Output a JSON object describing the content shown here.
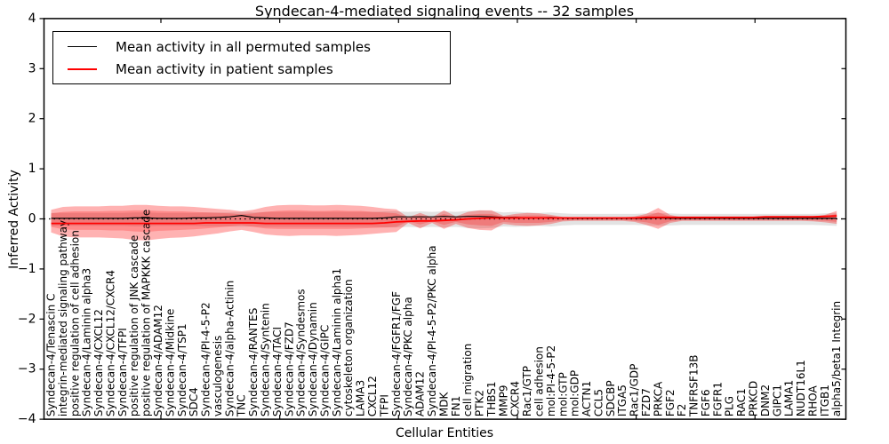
{
  "title": "Syndecan-4-mediated signaling events -- 32 samples",
  "axes": {
    "x_label": "Cellular Entities",
    "y_label": "Inferred Activity",
    "y_ticks": [
      -4,
      -3,
      -2,
      -1,
      0,
      1,
      2,
      3,
      4
    ],
    "ylim": [
      -4,
      4
    ]
  },
  "legend": {
    "items": [
      {
        "label": "Mean activity in all permuted samples",
        "color": "#000000",
        "thickness": 1.5
      },
      {
        "label": "Mean activity in patient samples",
        "color": "#ff0000",
        "thickness": 2
      }
    ]
  },
  "colors": {
    "frame": "#000000",
    "zero_line": "#000000",
    "permuted_line": "#000000",
    "patient_line": "#ff0000",
    "permuted_band": "#999999",
    "patient_band": "#ff0000"
  },
  "chart_data": {
    "type": "line",
    "title": "Syndecan-4-mediated signaling events -- 32 samples",
    "xlabel": "Cellular Entities",
    "ylabel": "Inferred Activity",
    "ylim": [
      -4,
      4
    ],
    "grid": false,
    "legend_position": "upper left",
    "zero_line_style": "dotted",
    "categories": [
      "Syndecan-4/Tenascin C",
      "integrin-mediated signaling pathway",
      "positive regulation of cell adhesion",
      "Syndecan-4/Laminin alpha3",
      "Syndecan-4/CXCL12",
      "Syndecan-4/CXCL12/CXCR4",
      "Syndecan-4/TFPI",
      "positive regulation of JNK cascade",
      "positive regulation of MAPKKK cascade",
      "Syndecan-4/ADAM12",
      "Syndecan-4/Midkine",
      "Syndecan-4/TSP1",
      "SDC4",
      "Syndecan-4/PI-4-5-P2",
      "vasculogenesis",
      "Syndecan-4/alpha-Actinin",
      "TNC",
      "Syndecan-4/RANTES",
      "Syndecan-4/Syntenin",
      "Syndecan-4/TACI",
      "Syndecan-4/FZD7",
      "Syndecan-4/Syndesmos",
      "Syndecan-4/Dynamin",
      "Syndecan-4/GIPC",
      "Syndecan-4/Laminin alpha1",
      "cytoskeleton organization",
      "LAMA3",
      "CXCL12",
      "TFPI",
      "Syndecan-4/FGFR1/FGF",
      "Syndecan-4/PKC alpha",
      "ADAM12",
      "Syndecan-4/PI-4-5-P2/PKC alpha",
      "MDK",
      "FN1",
      "cell migration",
      "PTK2",
      "THBS1",
      "MMP9",
      "CXCR4",
      "Rac1/GTP",
      "cell adhesion",
      "mol:PI-4-5-P2",
      "mol:GTP",
      "mol:GDP",
      "ACTN1",
      "CCL5",
      "SDCBP",
      "ITGA5",
      "Rac1/GDP",
      "FZD7",
      "PRKCA",
      "FGF2",
      "F2",
      "TNFRSF13B",
      "FGF6",
      "FGFR1",
      "PLG",
      "RAC1",
      "PRKCD",
      "DNM2",
      "GIPC1",
      "LAMA1",
      "NUDT16L1",
      "RHOA",
      "ITGB1",
      "alpha5/beta1 Integrin"
    ],
    "series": [
      {
        "name": "Mean activity in all permuted samples",
        "color": "#000000",
        "values": [
          0.01,
          0.01,
          0.01,
          0.01,
          0.01,
          0.01,
          0.01,
          0.02,
          0.02,
          0.01,
          0.01,
          0.01,
          0.02,
          0.02,
          0.03,
          0.04,
          0.07,
          0.03,
          0.02,
          0.01,
          0.01,
          0.01,
          0.01,
          0.01,
          0.01,
          0.01,
          0.01,
          0.01,
          0.02,
          0.04,
          0.04,
          0.04,
          0.04,
          0.05,
          0.04,
          0.05,
          0.05,
          0.04,
          0.03,
          0.03,
          0.02,
          0.02,
          0.03,
          0.02,
          0.01,
          0.01,
          0.01,
          0.01,
          0.01,
          0.01,
          0.01,
          0.02,
          0.01,
          0.01,
          0.01,
          0.01,
          0.01,
          0.01,
          0.01,
          0.01,
          0.01,
          0.01,
          0.01,
          0.01,
          0.01,
          0.01,
          0.01
        ]
      },
      {
        "name": "Mean activity in patient samples",
        "color": "#ff0000",
        "values": [
          -0.09,
          -0.09,
          -0.09,
          -0.09,
          -0.09,
          -0.09,
          -0.09,
          -0.09,
          -0.09,
          -0.09,
          -0.09,
          -0.09,
          -0.09,
          -0.08,
          -0.08,
          -0.08,
          -0.08,
          -0.08,
          -0.09,
          -0.09,
          -0.09,
          -0.09,
          -0.09,
          -0.09,
          -0.09,
          -0.09,
          -0.09,
          -0.09,
          -0.08,
          -0.06,
          -0.05,
          -0.04,
          -0.04,
          -0.03,
          -0.02,
          0.0,
          0.01,
          0.02,
          0.02,
          0.02,
          0.02,
          0.02,
          0.02,
          0.02,
          0.02,
          0.02,
          0.02,
          0.02,
          0.02,
          0.02,
          0.03,
          0.03,
          0.03,
          0.03,
          0.03,
          0.03,
          0.03,
          0.03,
          0.03,
          0.03,
          0.04,
          0.04,
          0.04,
          0.04,
          0.04,
          0.05,
          0.06
        ]
      }
    ],
    "bands": [
      {
        "name": "permuted-range",
        "color": "#999999",
        "opacity": 0.28,
        "upper": [
          0.12,
          0.12,
          0.12,
          0.12,
          0.12,
          0.12,
          0.12,
          0.13,
          0.13,
          0.12,
          0.12,
          0.12,
          0.12,
          0.13,
          0.13,
          0.13,
          0.14,
          0.13,
          0.14,
          0.14,
          0.14,
          0.14,
          0.14,
          0.14,
          0.14,
          0.14,
          0.14,
          0.14,
          0.15,
          0.15,
          0.14,
          0.15,
          0.14,
          0.15,
          0.14,
          0.16,
          0.17,
          0.16,
          0.13,
          0.14,
          0.13,
          0.12,
          0.13,
          0.11,
          0.1,
          0.1,
          0.1,
          0.1,
          0.1,
          0.1,
          0.11,
          0.12,
          0.11,
          0.1,
          0.1,
          0.1,
          0.1,
          0.1,
          0.1,
          0.1,
          0.1,
          0.1,
          0.1,
          0.1,
          0.1,
          0.11,
          0.12
        ],
        "lower": [
          -0.14,
          -0.14,
          -0.14,
          -0.14,
          -0.14,
          -0.14,
          -0.14,
          -0.15,
          -0.15,
          -0.14,
          -0.14,
          -0.14,
          -0.14,
          -0.15,
          -0.15,
          -0.15,
          -0.16,
          -0.15,
          -0.16,
          -0.16,
          -0.16,
          -0.16,
          -0.16,
          -0.16,
          -0.16,
          -0.16,
          -0.16,
          -0.16,
          -0.17,
          -0.17,
          -0.16,
          -0.17,
          -0.16,
          -0.17,
          -0.16,
          -0.18,
          -0.19,
          -0.18,
          -0.15,
          -0.16,
          -0.15,
          -0.14,
          -0.15,
          -0.13,
          -0.12,
          -0.12,
          -0.12,
          -0.12,
          -0.12,
          -0.12,
          -0.13,
          -0.14,
          -0.13,
          -0.12,
          -0.12,
          -0.12,
          -0.12,
          -0.12,
          -0.12,
          -0.12,
          -0.12,
          -0.12,
          -0.12,
          -0.12,
          -0.12,
          -0.13,
          -0.14
        ]
      },
      {
        "name": "patient-range-outer",
        "color": "#ff0000",
        "opacity": 0.3,
        "upper": [
          0.18,
          0.24,
          0.25,
          0.25,
          0.25,
          0.26,
          0.26,
          0.28,
          0.28,
          0.26,
          0.25,
          0.25,
          0.24,
          0.22,
          0.2,
          0.18,
          0.15,
          0.18,
          0.24,
          0.27,
          0.28,
          0.28,
          0.27,
          0.27,
          0.28,
          0.27,
          0.26,
          0.24,
          0.21,
          0.19,
          0.03,
          0.12,
          0.03,
          0.17,
          0.05,
          0.14,
          0.17,
          0.17,
          0.06,
          0.1,
          0.12,
          0.11,
          0.08,
          0.04,
          0.03,
          0.03,
          0.03,
          0.03,
          0.03,
          0.05,
          0.1,
          0.22,
          0.08,
          0.03,
          0.03,
          0.03,
          0.03,
          0.03,
          0.03,
          0.03,
          0.04,
          0.04,
          0.04,
          0.04,
          0.05,
          0.08,
          0.16
        ],
        "lower": [
          -0.27,
          -0.35,
          -0.37,
          -0.37,
          -0.37,
          -0.38,
          -0.39,
          -0.42,
          -0.43,
          -0.4,
          -0.38,
          -0.37,
          -0.35,
          -0.32,
          -0.29,
          -0.25,
          -0.22,
          -0.26,
          -0.31,
          -0.33,
          -0.34,
          -0.33,
          -0.33,
          -0.33,
          -0.34,
          -0.33,
          -0.32,
          -0.3,
          -0.28,
          -0.26,
          -0.08,
          -0.19,
          -0.08,
          -0.2,
          -0.1,
          -0.18,
          -0.22,
          -0.23,
          -0.1,
          -0.13,
          -0.14,
          -0.13,
          -0.1,
          -0.05,
          -0.04,
          -0.04,
          -0.04,
          -0.04,
          -0.04,
          -0.06,
          -0.12,
          -0.2,
          -0.08,
          -0.04,
          -0.04,
          -0.04,
          -0.04,
          -0.04,
          -0.04,
          -0.04,
          -0.04,
          -0.04,
          -0.04,
          -0.04,
          -0.05,
          -0.07,
          -0.1
        ]
      },
      {
        "name": "patient-range-inner",
        "color": "#ff0000",
        "opacity": 0.22,
        "upper": [
          0.11,
          0.14,
          0.15,
          0.15,
          0.15,
          0.16,
          0.16,
          0.17,
          0.17,
          0.16,
          0.15,
          0.15,
          0.14,
          0.13,
          0.12,
          0.11,
          0.09,
          0.11,
          0.14,
          0.16,
          0.17,
          0.17,
          0.16,
          0.16,
          0.17,
          0.16,
          0.16,
          0.14,
          0.13,
          0.11,
          0.02,
          0.07,
          0.02,
          0.1,
          0.03,
          0.08,
          0.1,
          0.1,
          0.04,
          0.06,
          0.07,
          0.07,
          0.05,
          0.02,
          0.02,
          0.02,
          0.02,
          0.02,
          0.02,
          0.03,
          0.06,
          0.13,
          0.05,
          0.02,
          0.02,
          0.02,
          0.02,
          0.02,
          0.02,
          0.02,
          0.02,
          0.02,
          0.02,
          0.02,
          0.03,
          0.05,
          0.1
        ],
        "lower": [
          -0.16,
          -0.21,
          -0.22,
          -0.22,
          -0.22,
          -0.23,
          -0.23,
          -0.25,
          -0.26,
          -0.24,
          -0.23,
          -0.22,
          -0.21,
          -0.19,
          -0.17,
          -0.15,
          -0.13,
          -0.16,
          -0.19,
          -0.2,
          -0.2,
          -0.2,
          -0.2,
          -0.2,
          -0.2,
          -0.2,
          -0.19,
          -0.18,
          -0.17,
          -0.16,
          -0.05,
          -0.11,
          -0.05,
          -0.12,
          -0.06,
          -0.11,
          -0.13,
          -0.14,
          -0.06,
          -0.08,
          -0.08,
          -0.08,
          -0.06,
          -0.03,
          -0.02,
          -0.02,
          -0.02,
          -0.02,
          -0.02,
          -0.04,
          -0.07,
          -0.12,
          -0.05,
          -0.02,
          -0.02,
          -0.02,
          -0.02,
          -0.02,
          -0.02,
          -0.02,
          -0.02,
          -0.02,
          -0.02,
          -0.02,
          -0.03,
          -0.04,
          -0.06
        ]
      }
    ]
  }
}
